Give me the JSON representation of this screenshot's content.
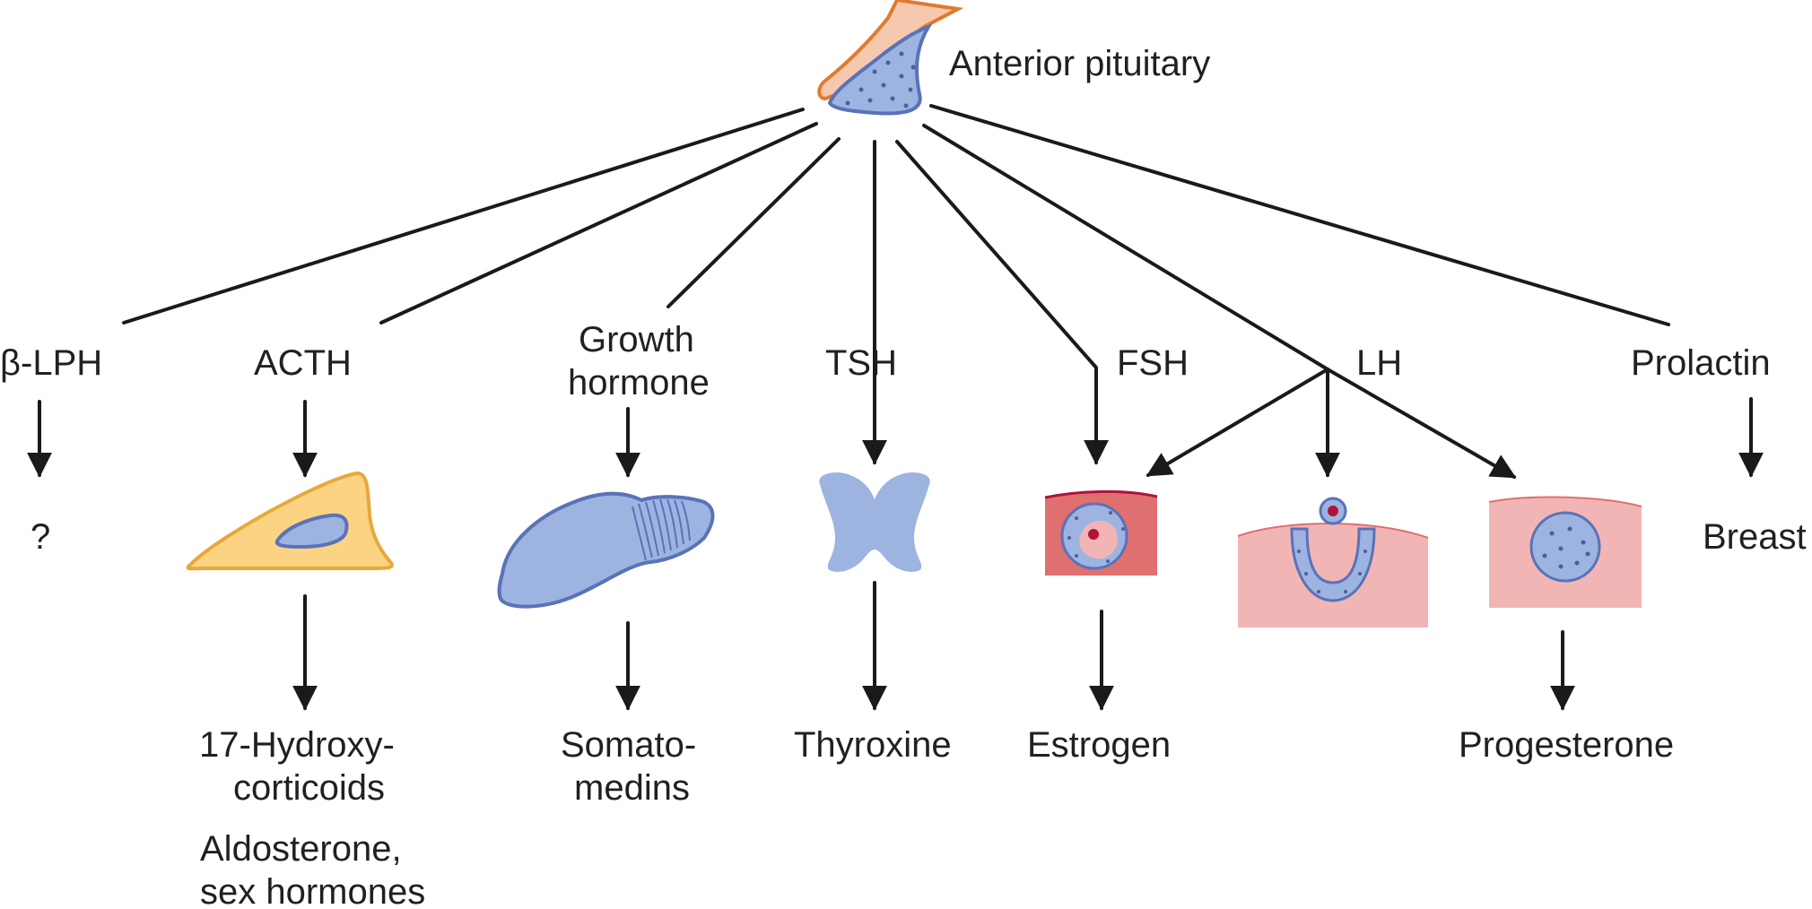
{
  "source_label": "Anterior pituitary",
  "hormones": {
    "beta_lph": "β-LPH",
    "acth": "ACTH",
    "growth_hormone": [
      "Growth",
      "hormone"
    ],
    "tsh": "TSH",
    "fsh": "FSH",
    "lh": "LH",
    "prolactin": "Prolactin"
  },
  "targets": {
    "beta_lph_target": "?",
    "breast": "Breast"
  },
  "products": {
    "hydroxycorticoids": [
      "17-Hydroxy-",
      "corticoids"
    ],
    "aldosterone": [
      "Aldosterone,",
      "sex hormones"
    ],
    "somatomedins": [
      "Somato-",
      "medins"
    ],
    "thyroxine": "Thyroxine",
    "estrogen": "Estrogen",
    "progesterone": "Progesterone"
  },
  "colors": {
    "adrenal_fill": "#fcd383",
    "adrenal_outline": "#e6a93a",
    "organ_blue": "#9db4e0",
    "organ_blue_outline": "#5a72b8",
    "ovary_pink": "#f2b5b5",
    "ovary_red": "#e07070",
    "nucleus_red": "#b0123a",
    "pituitary_stalk": "#f6c9ae",
    "pituitary_outline": "#e07a2f"
  }
}
